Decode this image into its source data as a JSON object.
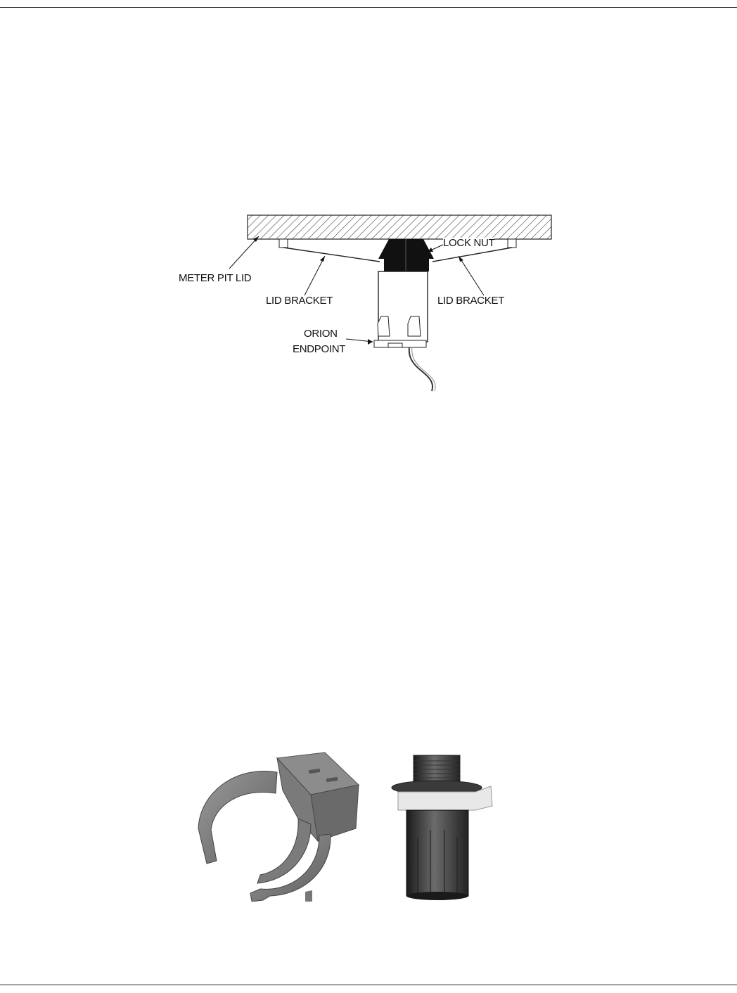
{
  "diagram": {
    "labels": {
      "meter_pit_lid": "METER PIT LID",
      "lid_bracket_left": "LID BRACKET",
      "lid_bracket_right": "LID BRACKET",
      "lock_nut": "LOCK NUT",
      "orion_endpoint_line1": "ORION",
      "orion_endpoint_line2": "ENDPOINT"
    }
  },
  "photos": {
    "items": [
      "clip-bracket-photo",
      "endpoint-with-lock-nut-photo"
    ]
  }
}
